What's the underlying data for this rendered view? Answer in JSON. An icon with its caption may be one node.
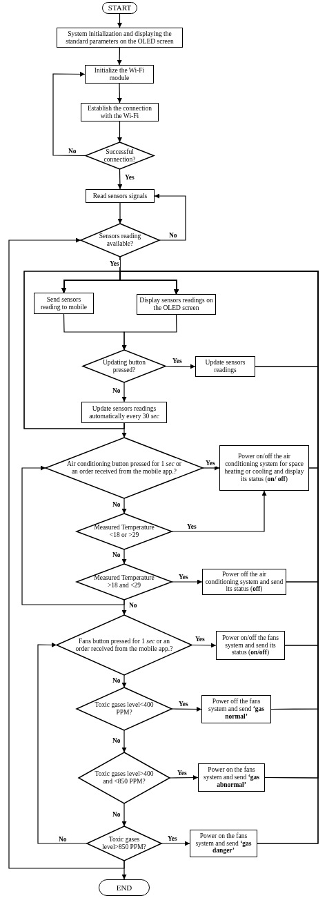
{
  "diagram": {
    "nodes": [
      {
        "text": [
          "START"
        ]
      },
      {
        "text": [
          "System initialization and displaying the standard parameters on the OLED screen"
        ]
      },
      {
        "text": [
          "Initialize the Wi-Fi module"
        ]
      },
      {
        "text": [
          "Establish the connection with the Wi-Fi"
        ]
      },
      {
        "text": [
          "Successful connection?"
        ]
      },
      {
        "text": [
          "Read sensors signals"
        ]
      },
      {
        "text": [
          "Sensors reading available?"
        ]
      },
      {
        "text": [
          "Send sensors reading to mobile"
        ]
      },
      {
        "text": [
          "Display sensors readings on the OLED screen"
        ]
      },
      {
        "text": [
          "Updating button pressed?"
        ]
      },
      {
        "text": [
          "Update sensors readings"
        ]
      },
      {
        "text": [
          "Update sensors readings automatically every 30 *sec*"
        ]
      },
      {
        "text": [
          "Air conditioning button pressed for 1 *sec* or an order received from the mobile app.?"
        ]
      },
      {
        "text": [
          "Power on/off the air conditioning system for space heating or cooling and display its status (**on/ off**)"
        ]
      },
      {
        "text": [
          "Measured Temperature <18 or >29"
        ]
      },
      {
        "text": [
          "Measured Temperature >18 and <29"
        ]
      },
      {
        "text": [
          "Power off the air conditioning system and send its status (**off**)"
        ]
      },
      {
        "text": [
          "Fans button pressed for 1 *sec* or an order received from the mobile app.?"
        ]
      },
      {
        "text": [
          "Power on/off the fans system and send its status (**on/off**)"
        ]
      },
      {
        "text": [
          "Toxic gases level<400 PPM?"
        ]
      },
      {
        "text": [
          "Power off the fans system and send **‘gas normal’**"
        ]
      },
      {
        "text": [
          "Toxic gases level>400 and <850 PPM?"
        ]
      },
      {
        "text": [
          "Power on the fans system and send **‘gas abnormal’**"
        ]
      },
      {
        "text": [
          "Toxic gases level>850 PPM?"
        ]
      },
      {
        "text": [
          "Power on the fans system and send **‘gas danger’**"
        ]
      },
      {
        "text": [
          "END"
        ]
      }
    ],
    "edges": [
      {
        "from": 0,
        "to": 1,
        "arrow": "to"
      },
      {
        "from": 1,
        "to": 2,
        "arrow": "to"
      },
      {
        "from": 2,
        "to": 3,
        "arrow": "to"
      },
      {
        "from": 3,
        "to": 4,
        "arrow": "to"
      },
      {
        "from": 4,
        "to": 2,
        "arrow": "to",
        "label": "No"
      },
      {
        "from": 4,
        "to": 5,
        "arrow": "to",
        "label": "Yes"
      },
      {
        "from": 5,
        "to": 6,
        "arrow": "to"
      },
      {
        "from": 6,
        "to": 5,
        "arrow": "to",
        "label": "No"
      },
      {
        "from": 6,
        "to": 7,
        "arrow": "to",
        "label": "Yes"
      },
      {
        "from": 6,
        "to": 8,
        "arrow": "to"
      },
      {
        "from": 7,
        "to": 9,
        "arrow": "to"
      },
      {
        "from": 8,
        "to": 9,
        "arrow": "to"
      },
      {
        "from": 9,
        "to": 10,
        "arrow": "to",
        "label": "Yes"
      },
      {
        "from": 9,
        "to": 11,
        "arrow": "to",
        "label": "No"
      },
      {
        "from": 10,
        "to": 7,
        "arrow": "to"
      },
      {
        "from": 10,
        "to": 8,
        "arrow": "to"
      },
      {
        "from": 11,
        "to": 12,
        "arrow": "to"
      },
      {
        "from": 11,
        "to": 7,
        "arrow": "to"
      },
      {
        "from": 11,
        "to": 8,
        "arrow": "to"
      },
      {
        "from": 12,
        "to": 13,
        "arrow": "to",
        "label": "Yes"
      },
      {
        "from": 12,
        "to": 14,
        "arrow": "to",
        "label": "No"
      },
      {
        "from": 13,
        "to": 7,
        "arrow": "to"
      },
      {
        "from": 13,
        "to": 8,
        "arrow": "to"
      },
      {
        "from": 14,
        "to": 13,
        "arrow": "to",
        "label": "Yes"
      },
      {
        "from": 14,
        "to": 15,
        "arrow": "to",
        "label": "No"
      },
      {
        "from": 15,
        "to": 16,
        "arrow": "to",
        "label": "Yes"
      },
      {
        "from": 15,
        "to": 17,
        "arrow": "to",
        "label": "No"
      },
      {
        "from": 15,
        "to": 12,
        "arrow": "to"
      },
      {
        "from": 16,
        "to": 7,
        "arrow": "to"
      },
      {
        "from": 16,
        "to": 8,
        "arrow": "to"
      },
      {
        "from": 17,
        "to": 18,
        "arrow": "to",
        "label": "Yes"
      },
      {
        "from": 17,
        "to": 19,
        "arrow": "to",
        "label": "No"
      },
      {
        "from": 18,
        "to": 7,
        "arrow": "to"
      },
      {
        "from": 18,
        "to": 8,
        "arrow": "to"
      },
      {
        "from": 19,
        "to": 20,
        "arrow": "to",
        "label": "Yes"
      },
      {
        "from": 19,
        "to": 21,
        "arrow": "to",
        "label": "No"
      },
      {
        "from": 20,
        "to": 7,
        "arrow": "to"
      },
      {
        "from": 20,
        "to": 8,
        "arrow": "to"
      },
      {
        "from": 21,
        "to": 22,
        "arrow": "to",
        "label": "Yes"
      },
      {
        "from": 21,
        "to": 23,
        "arrow": "to",
        "label": "No"
      },
      {
        "from": 22,
        "to": 7,
        "arrow": "to"
      },
      {
        "from": 22,
        "to": 8,
        "arrow": "to"
      },
      {
        "from": 23,
        "to": 24,
        "arrow": "to",
        "label": "Yes"
      },
      {
        "from": 23,
        "to": 17,
        "arrow": "to",
        "label": "No"
      },
      {
        "from": 23,
        "to": 25,
        "arrow": "to"
      },
      {
        "from": 23,
        "to": 6,
        "arrow": "to"
      },
      {
        "from": 24,
        "to": 7,
        "arrow": "to"
      },
      {
        "from": 24,
        "to": 8,
        "arrow": "to"
      }
    ]
  }
}
